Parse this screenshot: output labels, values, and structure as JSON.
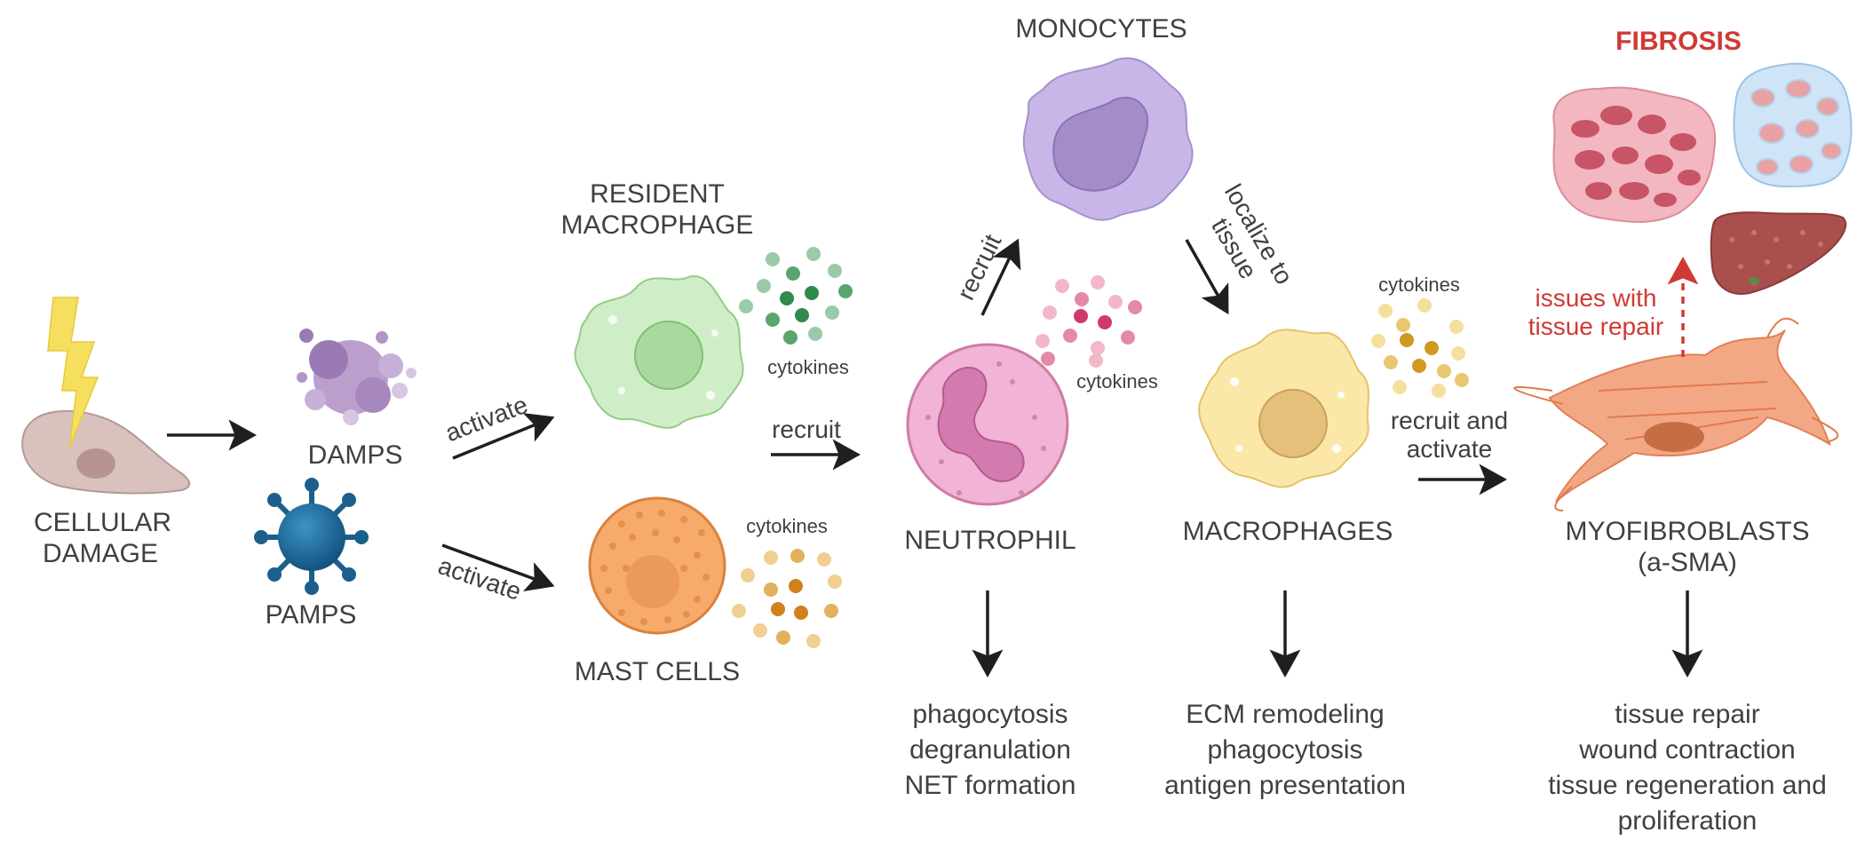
{
  "labels": {
    "cellular_damage": [
      "CELLULAR",
      "DAMAGE"
    ],
    "damps": "DAMPS",
    "pamps": "PAMPS",
    "resident_macrophage": [
      "RESIDENT",
      "MACROPHAGE"
    ],
    "mast_cells": "MAST CELLS",
    "neutrophil": "NEUTROPHIL",
    "monocytes": "MONOCYTES",
    "macrophages": "MACROPHAGES",
    "myofibroblasts": [
      "MYOFIBROBLASTS",
      "(a-SMA)"
    ],
    "fibrosis": "FIBROSIS"
  },
  "arrow_labels": {
    "activate_top": "activate",
    "activate_bottom": "activate",
    "recruit_neutrophil": "recruit",
    "recruit_monocytes": "recruit",
    "localize": [
      "localize to",
      "tissue"
    ],
    "recruit_activate": [
      "recruit and",
      "activate"
    ],
    "tissue_repair_issue": [
      "issues with",
      "tissue repair"
    ]
  },
  "cytokines": {
    "resident": "cytokines",
    "mast": "cytokines",
    "neutrophil": "cytokines",
    "macrophages": "cytokines"
  },
  "functions": {
    "neutrophil": [
      "phagocytosis",
      "degranulation",
      "NET formation"
    ],
    "macrophages": [
      "ECM remodeling",
      "phagocytosis",
      "antigen presentation"
    ],
    "myofibroblasts": [
      "tissue repair",
      "wound contraction",
      "tissue regeneration and",
      "proliferation"
    ]
  },
  "colors": {
    "text": "#404040",
    "arrow": "#1f1f1f",
    "fibrosis_red": "#cf3a34",
    "resident_macrophage": "#c8eac0",
    "mast_cell": "#f7ab6b",
    "neutrophil": "#f1b3d6",
    "monocyte": "#c4b2e6",
    "macrophage": "#fbe7a8",
    "myofibroblast": "#f3a47f",
    "damps": "#b294c7",
    "pamps": "#1f6fa0"
  }
}
